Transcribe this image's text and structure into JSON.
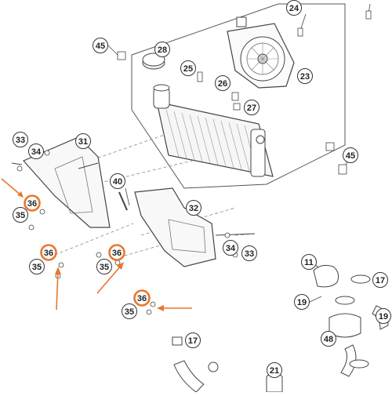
{
  "diagram": {
    "part_labels": {
      "p24": "24",
      "p45_top": "45",
      "p28": "28",
      "p25": "25",
      "p26": "26",
      "p23": "23",
      "p27": "27",
      "p33_left": "33",
      "p31": "31",
      "p34_left": "34",
      "p45_right": "45",
      "p40": "40",
      "p36_a": "36",
      "p35_a": "35",
      "p32": "32",
      "p34_right": "34",
      "p33_right": "33",
      "p36_b": "36",
      "p36_c": "36",
      "p35_b": "35",
      "p35_c": "35",
      "p11": "11",
      "p17_a": "17",
      "p19_a": "19",
      "p36_d": "36",
      "p35_d": "35",
      "p19_b": "19",
      "p48": "48",
      "p17_b": "17",
      "p21": "21"
    },
    "highlight_color": "#e8772e",
    "arrow_color": "#e8772e",
    "line_color": "#333333"
  }
}
